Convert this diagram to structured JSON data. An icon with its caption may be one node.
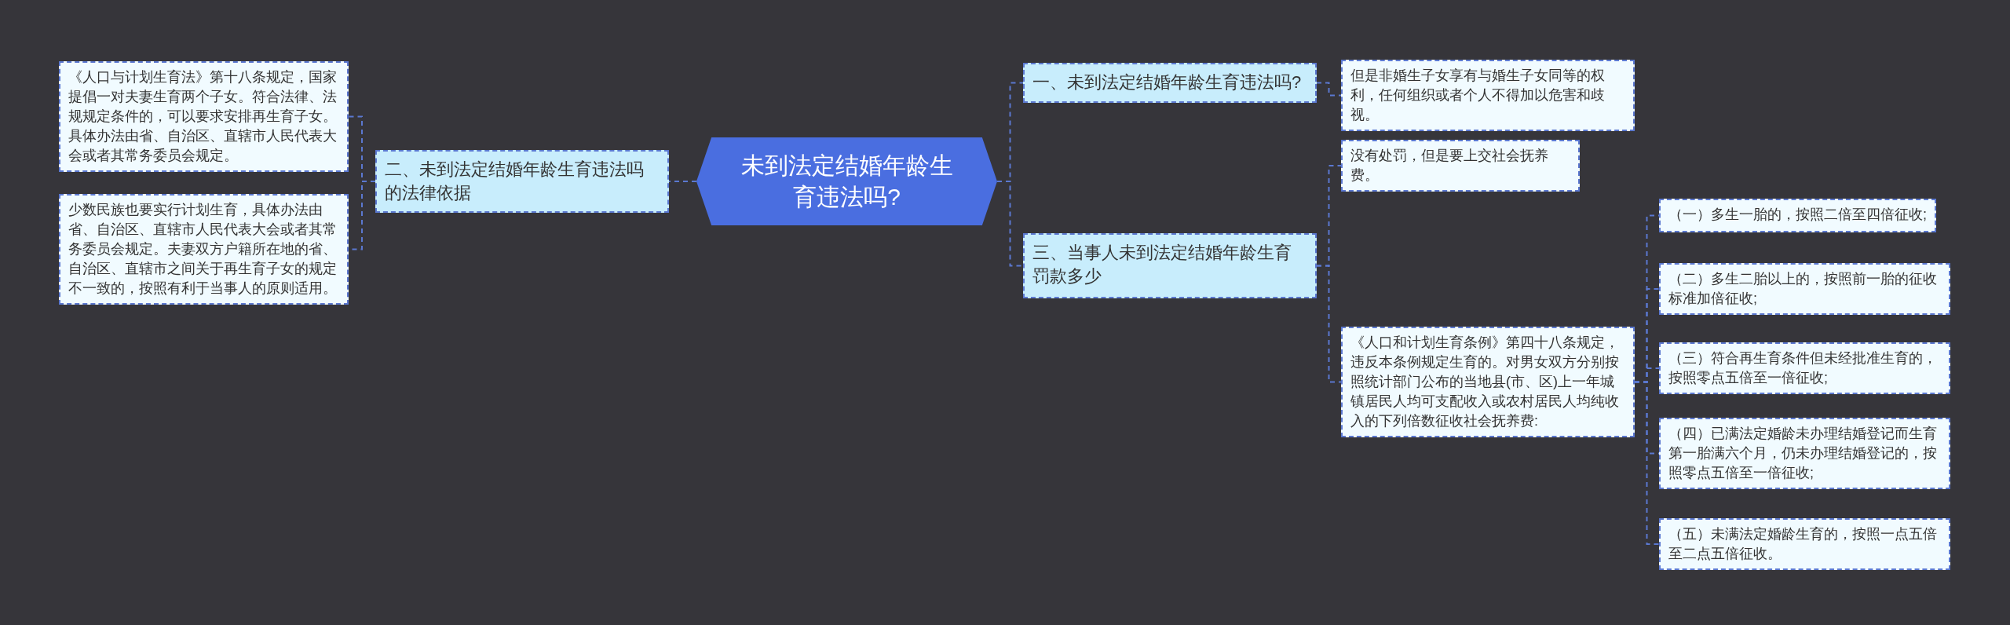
{
  "diagram": {
    "nodes": [
      {
        "text": [
          "未到法定结婚年龄生育违法吗?"
        ]
      },
      {
        "text": [
          "一、未到法定结婚年龄生育违法吗?"
        ]
      },
      {
        "text": [
          "二、未到法定结婚年龄生育违法吗的法律依据"
        ]
      },
      {
        "text": [
          "三、当事人未到法定结婚年龄生育罚款多少"
        ]
      },
      {
        "text": [
          "但是非婚生子女享有与婚生子女同等的权利，任何组织或者个人不得加以危害和歧视。"
        ]
      },
      {
        "text": [
          "没有处罚，但是要上交社会抚养费。"
        ]
      },
      {
        "text": [
          "《人口和计划生育条例》第四十八条规定，违反本条例规定生育的。对男女双方分别按照统计部门公布的当地县(市、区)上一年城镇居民人均可支配收入或农村居民人均纯收入的下列倍数征收社会抚养费:"
        ]
      },
      {
        "text": [
          "（一）多生一胎的，按照二倍至四倍征收;"
        ]
      },
      {
        "text": [
          "（二）多生二胎以上的，按照前一胎的征收标准加倍征收;"
        ]
      },
      {
        "text": [
          "（三）符合再生育条件但未经批准生育的，按照零点五倍至一倍征收;"
        ]
      },
      {
        "text": [
          "（四）已满法定婚龄未办理结婚登记而生育第一胎满六个月，仍未办理结婚登记的，按照零点五倍至一倍征收;"
        ]
      },
      {
        "text": [
          "（五）未满法定婚龄生育的，按照一点五倍至二点五倍征收。"
        ]
      },
      {
        "text": [
          "《人口与计划生育法》第十八条规定，国家提倡一对夫妻生育两个子女。符合法律、法规规定条件的，可以要求安排再生育子女。具体办法由省、自治区、直辖市人民代表大会或者其常务委员会规定。"
        ]
      },
      {
        "text": [
          "少数民族也要实行计划生育，具体办法由省、自治区、直辖市人民代表大会或者其常务委员会规定。夫妻双方户籍所在地的省、自治区、直辖市之间关于再生育子女的规定不一致的，按照有利于当事人的原则适用。"
        ]
      }
    ],
    "edges": [
      {
        "from": 0,
        "to": 1,
        "arrow": "none"
      },
      {
        "from": 0,
        "to": 2,
        "arrow": "none"
      },
      {
        "from": 0,
        "to": 3,
        "arrow": "none"
      },
      {
        "from": 1,
        "to": 4,
        "arrow": "none"
      },
      {
        "from": 3,
        "to": 5,
        "arrow": "none"
      },
      {
        "from": 3,
        "to": 6,
        "arrow": "none"
      },
      {
        "from": 6,
        "to": 7,
        "arrow": "none"
      },
      {
        "from": 6,
        "to": 8,
        "arrow": "none"
      },
      {
        "from": 6,
        "to": 9,
        "arrow": "none"
      },
      {
        "from": 6,
        "to": 10,
        "arrow": "none"
      },
      {
        "from": 6,
        "to": 11,
        "arrow": "none"
      },
      {
        "from": 2,
        "to": 12,
        "arrow": "none"
      },
      {
        "from": 2,
        "to": 13,
        "arrow": "none"
      }
    ]
  }
}
